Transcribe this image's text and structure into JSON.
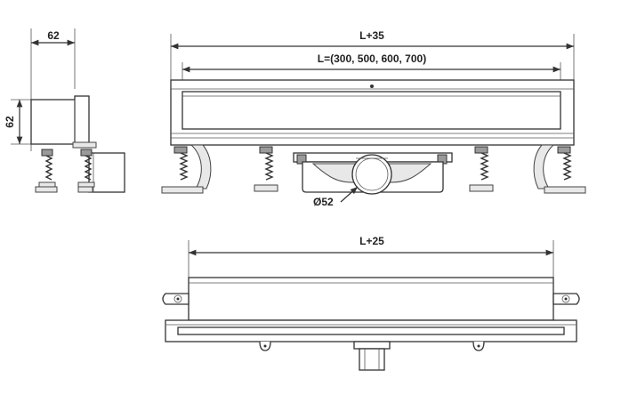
{
  "dimensions": {
    "side_width": "62",
    "side_height": "62",
    "front_total": "L+35",
    "front_length": "L=(300, 500, 600, 700)",
    "outlet_diameter": "Ø52",
    "bottom_total": "L+25"
  }
}
